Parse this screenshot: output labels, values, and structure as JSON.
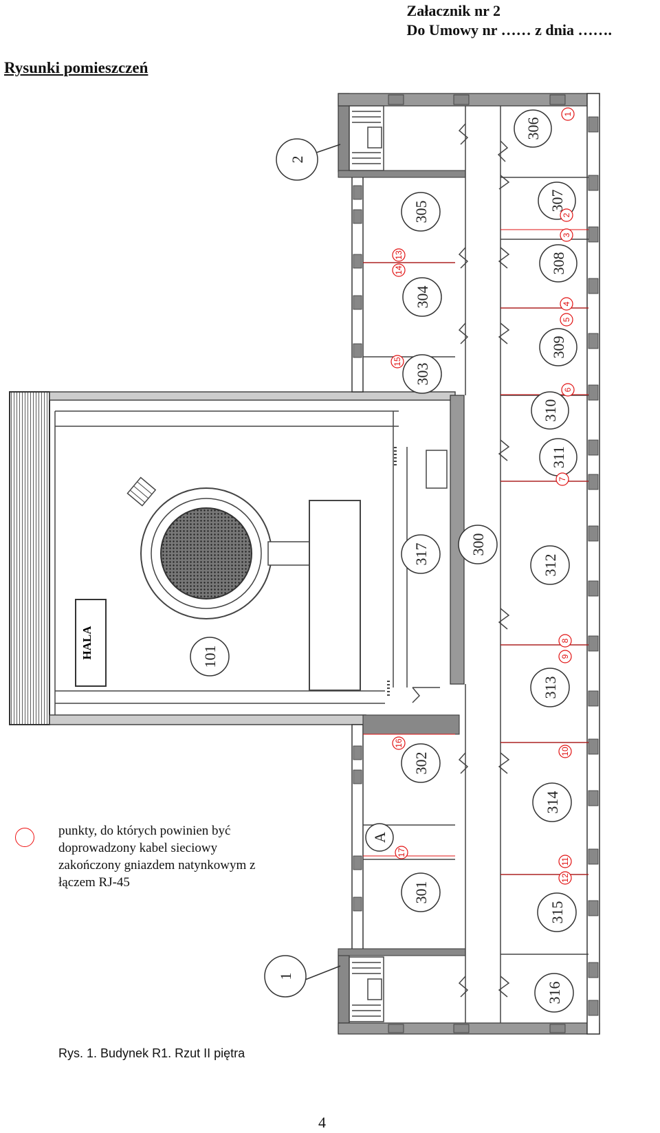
{
  "header": {
    "attachment": "Załacznik nr 2",
    "contract": "Do Umowy nr …… z dnia ……."
  },
  "section_title": "Rysunki pomieszczeń",
  "rooms": {
    "r101": "101",
    "r300": "300",
    "r301": "301",
    "r302": "302",
    "r303": "303",
    "r304": "304",
    "r305": "305",
    "r306": "306",
    "r307": "307",
    "r308": "308",
    "r309": "309",
    "r310": "310",
    "r311": "311",
    "r312": "312",
    "r313": "313",
    "r314": "314",
    "r315": "315",
    "r316": "316",
    "r317": "317"
  },
  "hall_label": "HALA",
  "stairs": {
    "s1": "1",
    "s2": "2"
  },
  "marker_a": "A",
  "points": {
    "p1": "1",
    "p2": "2",
    "p3": "3",
    "p4": "4",
    "p5": "5",
    "p6": "6",
    "p7": "7",
    "p8": "8",
    "p9": "9",
    "p10": "10",
    "p11": "11",
    "p12": "12",
    "p13": "13",
    "p14": "14",
    "p15": "15",
    "p16": "16",
    "p17": "17"
  },
  "legend": {
    "line1": "punkty, do których powinien być",
    "line2": "doprowadzony kabel sieciowy",
    "line3": "zakończony gniazdem natynkowym  z",
    "line4": "łączem RJ-45"
  },
  "caption": "Rys. 1.  Budynek R1. Rzut II piętra",
  "page_number": "4",
  "colors": {
    "point_marker": "#e11111",
    "wall": "#555555",
    "ink": "#111111"
  }
}
